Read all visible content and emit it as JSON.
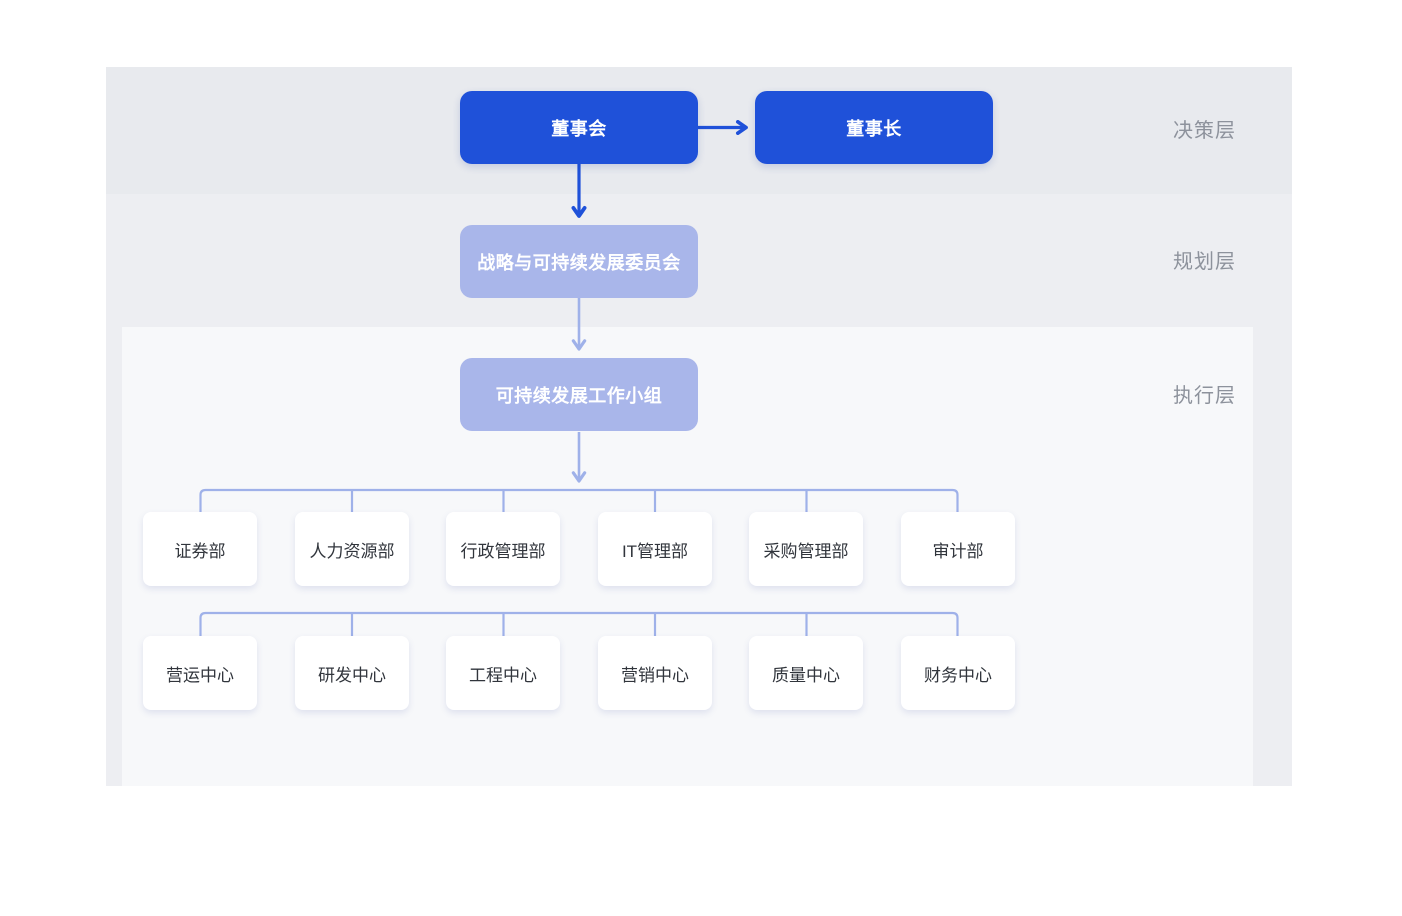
{
  "layers": {
    "decision": "决策层",
    "planning": "规划层",
    "execution": "执行层"
  },
  "nodes": {
    "board": "董事会",
    "chairman": "董事长",
    "committee": "战略与可持续发展委员会",
    "workgroup": "可持续发展工作小组"
  },
  "departments": [
    "证券部",
    "人力资源部",
    "行政管理部",
    "IT管理部",
    "采购管理部",
    "审计部"
  ],
  "centers": [
    "营运中心",
    "研发中心",
    "工程中心",
    "营销中心",
    "质量中心",
    "财务中心"
  ],
  "colors": {
    "primary_blue": "#1f51d9",
    "light_blue": "#a9b6ea",
    "connector_blue": "#9fb1e9",
    "band_decision": "#e8eaee",
    "band_planning": "#edeef2",
    "band_execution": "#f7f8fa",
    "layer_label_gray": "#8d929c",
    "box_text": "#31353c"
  }
}
